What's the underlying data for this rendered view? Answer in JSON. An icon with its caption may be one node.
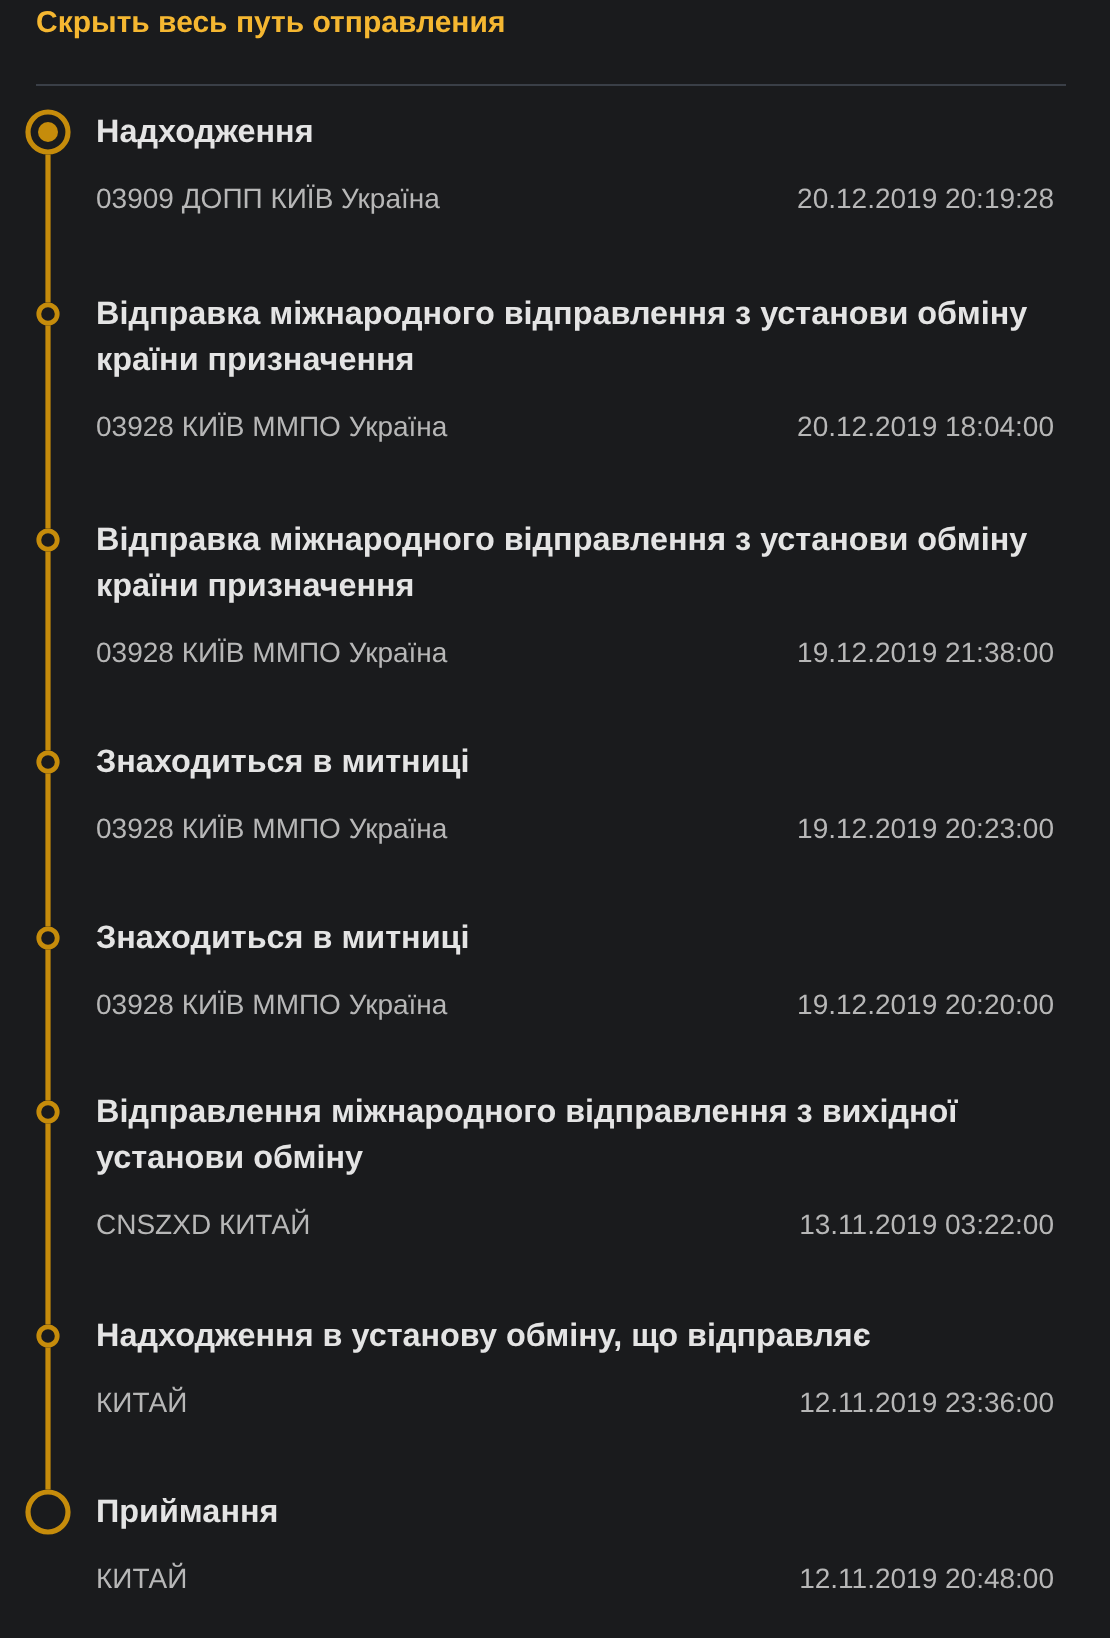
{
  "diagram": {
    "nodes": [
      {
        "text": [],
        "shape": "circle",
        "beside": [
          "Надходження",
          "03909 ДОПП КИЇВ Україна"
        ]
      },
      {
        "text": [],
        "shape": "circle",
        "beside": [
          "Відправка міжнародного відправлення з установи обміну країни призначення",
          "03928 КИЇВ ММПО Україна"
        ]
      },
      {
        "text": [],
        "shape": "circle",
        "beside": [
          "Відправка міжнародного відправлення з установи обміну країни призначення",
          "03928 КИЇВ ММПО Україна"
        ]
      },
      {
        "text": [],
        "shape": "circle",
        "beside": [
          "Знаходиться в митниці",
          "03928 КИЇВ ММПО Україна"
        ]
      },
      {
        "text": [],
        "shape": "circle",
        "beside": [
          "Знаходиться в митниці",
          "03928 КИЇВ ММПО Україна"
        ]
      },
      {
        "text": [],
        "shape": "circle",
        "beside": [
          "Відправлення міжнародного відправлення з вихідної установи обміну",
          "CNSZXD КИТАЙ"
        ]
      },
      {
        "text": [],
        "shape": "circle",
        "beside": [
          "Надходження в установу обміну, що відправляє",
          "КИТАЙ"
        ]
      },
      {
        "text": [],
        "shape": "circle",
        "beside": [
          "Приймання",
          "КИТАЙ"
        ]
      }
    ],
    "edges": [
      {
        "from": 0,
        "to": 1,
        "arrow": "none"
      },
      {
        "from": 1,
        "to": 2,
        "arrow": "none"
      },
      {
        "from": 2,
        "to": 3,
        "arrow": "none"
      },
      {
        "from": 3,
        "to": 4,
        "arrow": "none"
      },
      {
        "from": 4,
        "to": 5,
        "arrow": "none"
      },
      {
        "from": 5,
        "to": 6,
        "arrow": "none"
      },
      {
        "from": 6,
        "to": 7,
        "arrow": "none"
      }
    ],
    "labels": [
      "Скрыть весь путь отправления",
      "20.12.2019 20:19:28",
      "20.12.2019 18:04:00",
      "19.12.2019 21:38:00",
      "19.12.2019 20:23:00",
      "19.12.2019 20:20:00",
      "13.11.2019 03:22:00",
      "12.11.2019 23:36:00",
      "12.11.2019 20:48:00"
    ]
  }
}
